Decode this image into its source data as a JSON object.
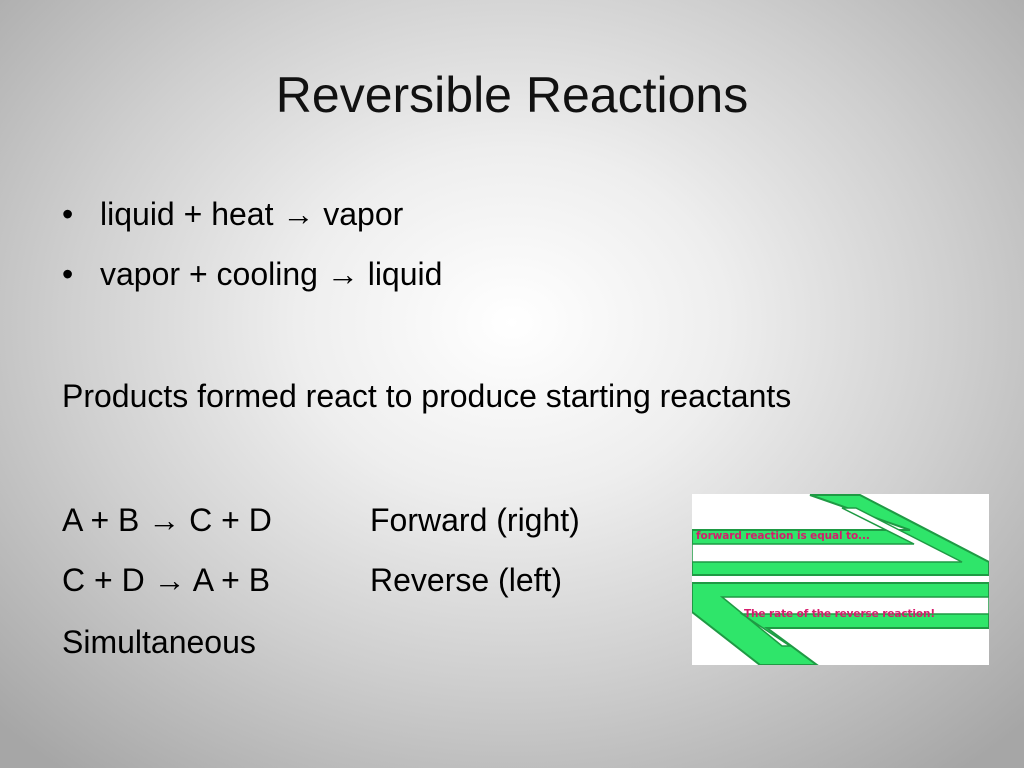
{
  "slide": {
    "title": "Reversible Reactions",
    "bullets": [
      {
        "marker": "•",
        "text": "liquid + heat → vapor"
      },
      {
        "marker": "•",
        "text": "vapor + cooling → liquid"
      }
    ],
    "statement": "Products formed react to produce starting reactants",
    "equations": [
      {
        "equation": "A + B → C + D",
        "direction": "Forward (right)"
      },
      {
        "equation": "C + D → A + B",
        "direction": "Reverse (left)"
      }
    ],
    "closing": "Simultaneous"
  },
  "figure": {
    "top_text": "forward reaction is equal to...",
    "bottom_text": "The rate of the reverse reaction!",
    "colors": {
      "arrow_fill": "#2fe56a",
      "arrow_stroke": "#1f9a44",
      "text": "#d61c6c"
    }
  }
}
